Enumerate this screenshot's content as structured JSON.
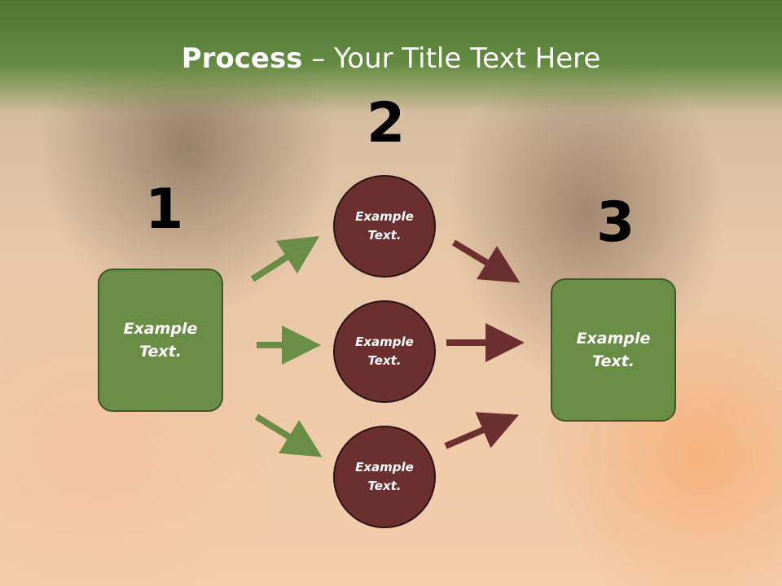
{
  "title": {
    "bold": "Process",
    "rest": " – Your Title Text Here"
  },
  "steps": [
    {
      "number": "1"
    },
    {
      "number": "2"
    },
    {
      "number": "3"
    }
  ],
  "boxes": {
    "left": "Example Text.",
    "right": "Example Text."
  },
  "circles": [
    {
      "text": "Example Text."
    },
    {
      "text": "Example Text."
    },
    {
      "text": "Example Text."
    }
  ],
  "colors": {
    "title_bar": "#628a3f",
    "box_fill": "#6a8d46",
    "circle_fill": "#6b2f2f",
    "green_arrow": "#6a8d46",
    "red_arrow": "#6b2f2f"
  }
}
